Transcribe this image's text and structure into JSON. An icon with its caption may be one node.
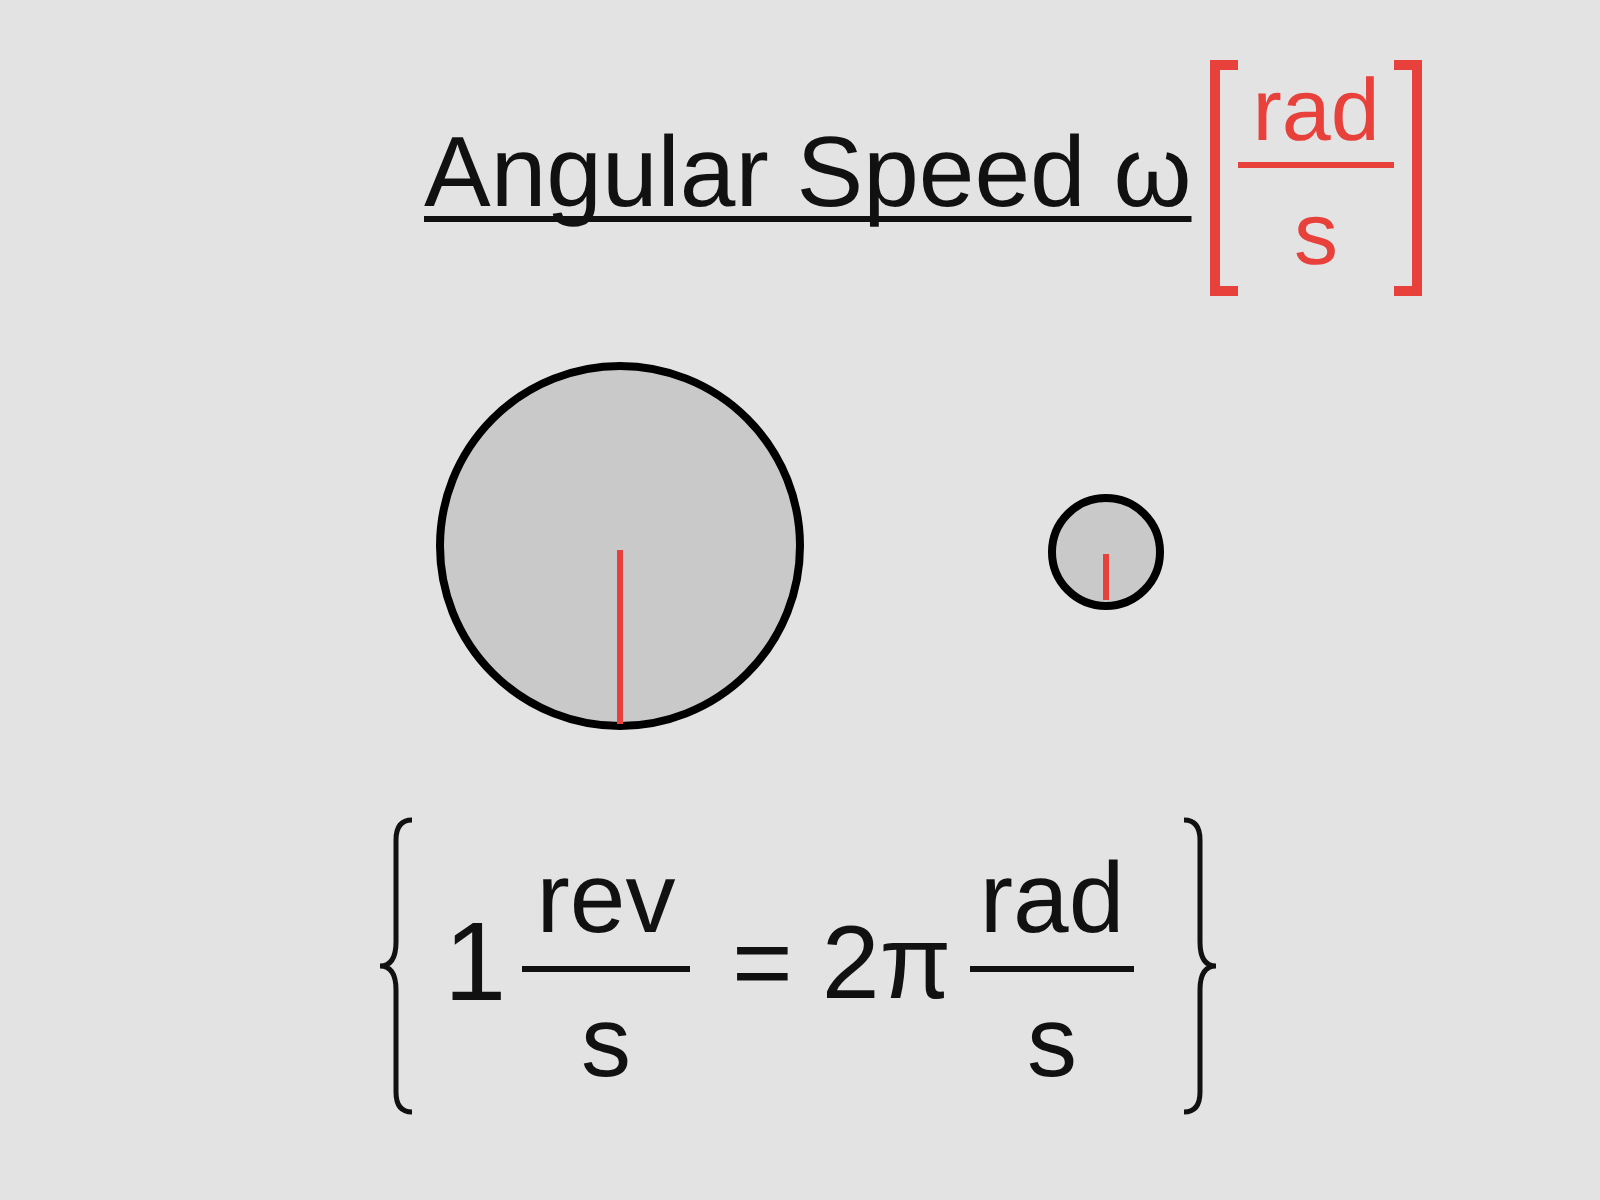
{
  "diagram": {
    "title": "Angular Speed ω",
    "nodes": [
      {
        "text": [],
        "shape": "circle"
      },
      {
        "text": [],
        "shape": "circle"
      }
    ],
    "labels": [
      "rad",
      "s",
      "1",
      "rev",
      "s",
      "= 2π",
      "rad",
      "s"
    ]
  }
}
